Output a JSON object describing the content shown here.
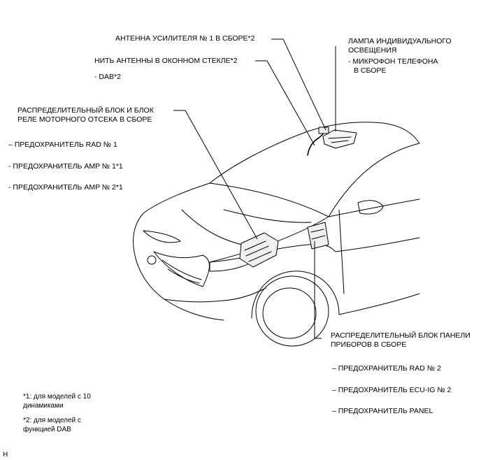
{
  "labels": {
    "amp_antenna": "АНТЕННА УСИЛИТЕЛЯ № 1 В СБОРЕ*2",
    "window_antenna": "НИТЬ АНТЕННЫ В ОКОННОМ СТЕКЛЕ*2",
    "dab_note": "- DAB*2",
    "lamp_line1": "ЛАМПА ИНДИВИДУАЛЬНОГО",
    "lamp_line2": "ОСВЕЩЕНИЯ",
    "mic_line1": "- МИКРОФОН ТЕЛЕФОНА",
    "mic_line2": "В СБОРЕ",
    "engine_block_line1": "РАСПРЕДЕЛИТЕЛЬНЫЙ БЛОК И БЛОК",
    "engine_block_line2": "РЕЛЕ МОТОРНОГО ОТСЕКА В СБОРЕ",
    "fuse_rad1": "– ПРЕДОХРАНИТЕЛЬ RAD № 1",
    "fuse_amp1": "- ПРЕДОХРАНИТЕЛЬ AMP № 1*1",
    "fuse_amp2": "- ПРЕДОХРАНИТЕЛЬ AMP № 2*1",
    "panel_block_line1": "РАСПРЕДЕЛИТЕЛЬНЫЙ БЛОК ПАНЕЛИ",
    "panel_block_line2": "ПРИБОРОВ В СБОРЕ",
    "fuse_rad2": "– ПРЕДОХРАНИТЕЛЬ RAD № 2",
    "fuse_ecu": "– ПРЕДОХРАНИТЕЛЬ ECU-IG № 2",
    "fuse_panel": "– ПРЕДОХРАНИТЕЛЬ PANEL",
    "note1_line1": "*1: для моделей с 10",
    "note1_line2": "динамиками",
    "note2_line1": "*2: для моделей с",
    "note2_line2": "функцией DAB",
    "corner_code": "H"
  }
}
